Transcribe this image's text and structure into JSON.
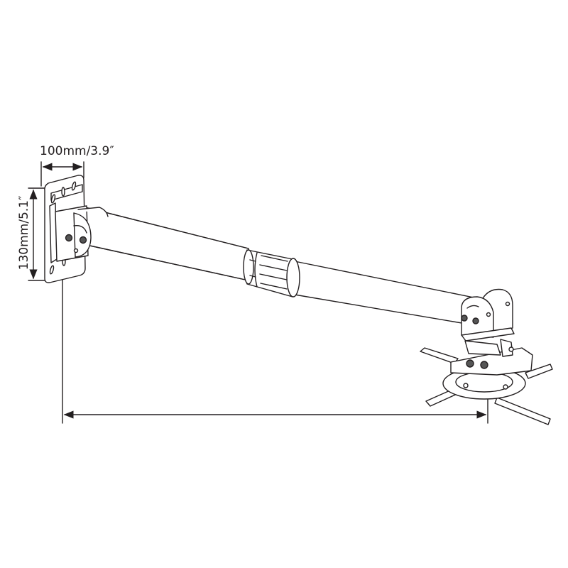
{
  "diagram": {
    "type": "technical-line-drawing",
    "subject": "projector wall mount with telescopic arm",
    "colors": {
      "line": "#231f20",
      "fill": "#ffffff"
    },
    "dimensions": {
      "plate_width": "100mm/3.9″",
      "plate_height": "130mm/5.1″",
      "arm_length": ""
    },
    "parts": [
      "wall-plate",
      "telescopic-arm",
      "extension-collar",
      "tilt-bracket",
      "ceiling-mount-spider"
    ]
  }
}
